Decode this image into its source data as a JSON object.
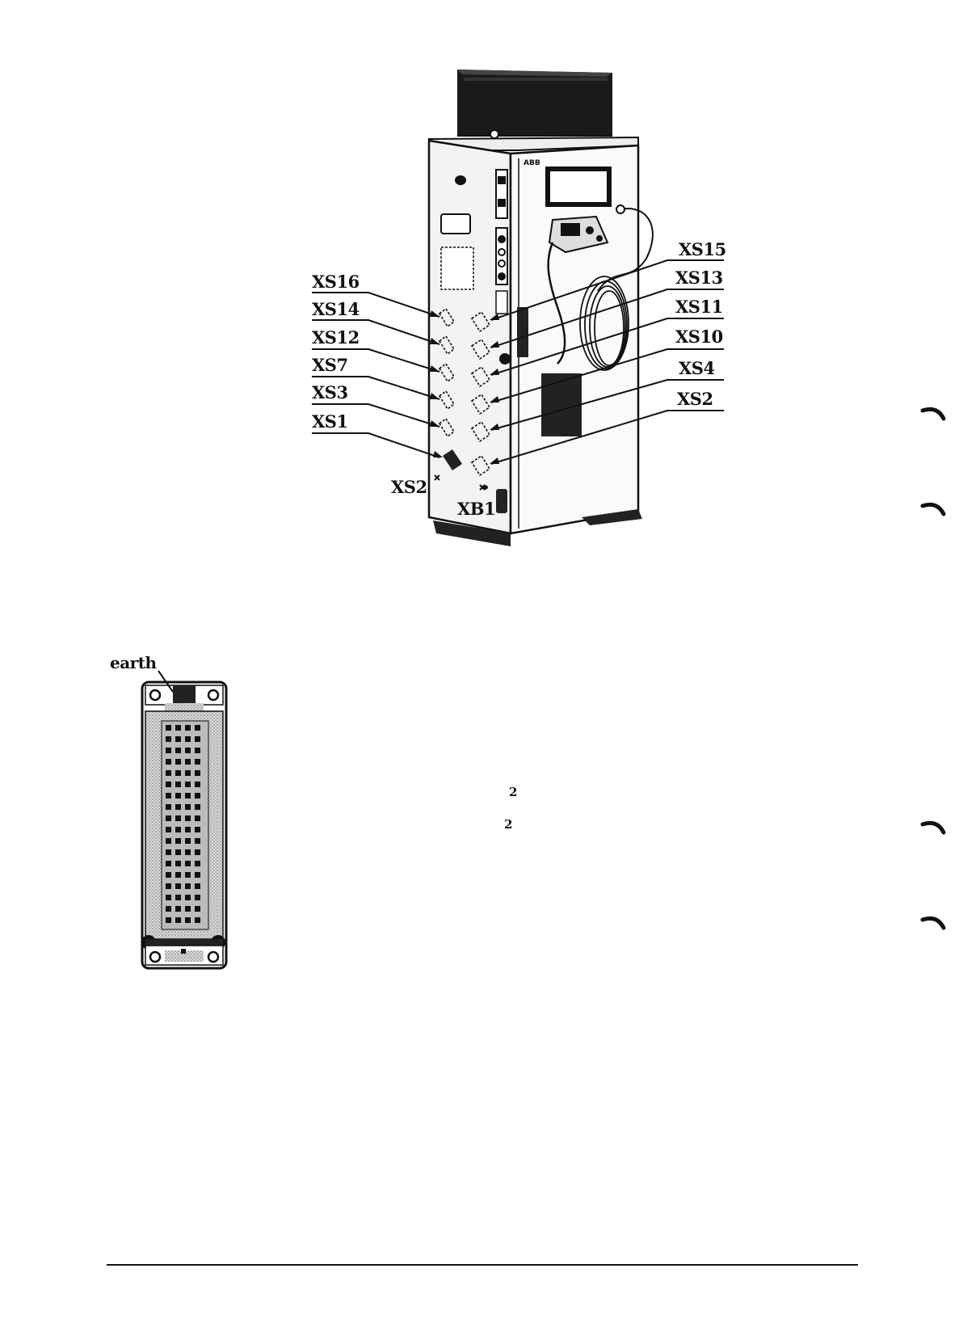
{
  "cabinet": {
    "left_labels": [
      "XS16",
      "XS14",
      "XS12",
      "XS7",
      "XS3",
      "XS1"
    ],
    "right_labels": [
      "XS15",
      "XS13",
      "XS11",
      "XS10",
      "XS4",
      "XS2"
    ],
    "bottom_left_label": "XS2",
    "bottom_right_label": "XB1"
  },
  "connector": {
    "earth_label": "earth"
  },
  "superscripts": [
    "2",
    "2"
  ],
  "colors": {
    "ink": "#111111",
    "cabinet_side": "#f3f3f3",
    "cabinet_front": "#fafafa",
    "top_unit": "#1a1a1a",
    "hatch": "#c8c8c8"
  }
}
